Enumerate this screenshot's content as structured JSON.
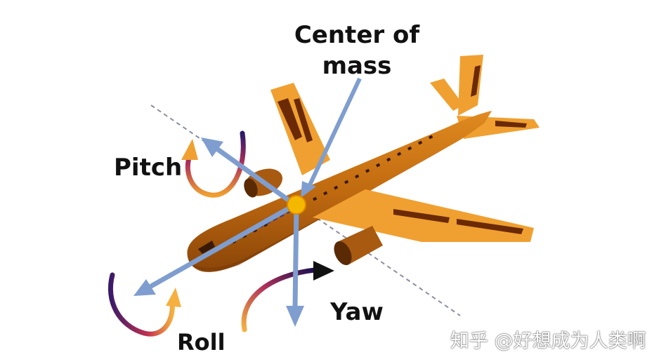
{
  "labels": {
    "center_of_mass_line1": "Center of",
    "center_of_mass_line2": "mass",
    "pitch": "Pitch",
    "roll": "Roll",
    "yaw": "Yaw"
  },
  "watermark": "知乎 @好想成为人类啊",
  "colors": {
    "fuselage": "#c06a10",
    "fuselage_dark": "#7a3b05",
    "wing": "#f0a030",
    "wing_stripe": "#6b2a05",
    "axis_arrow": "#7f9ecf",
    "center_of_mass": "#f5b800",
    "rotation_gradient_start": "#f5c040",
    "rotation_gradient_end": "#2a1a6a"
  }
}
